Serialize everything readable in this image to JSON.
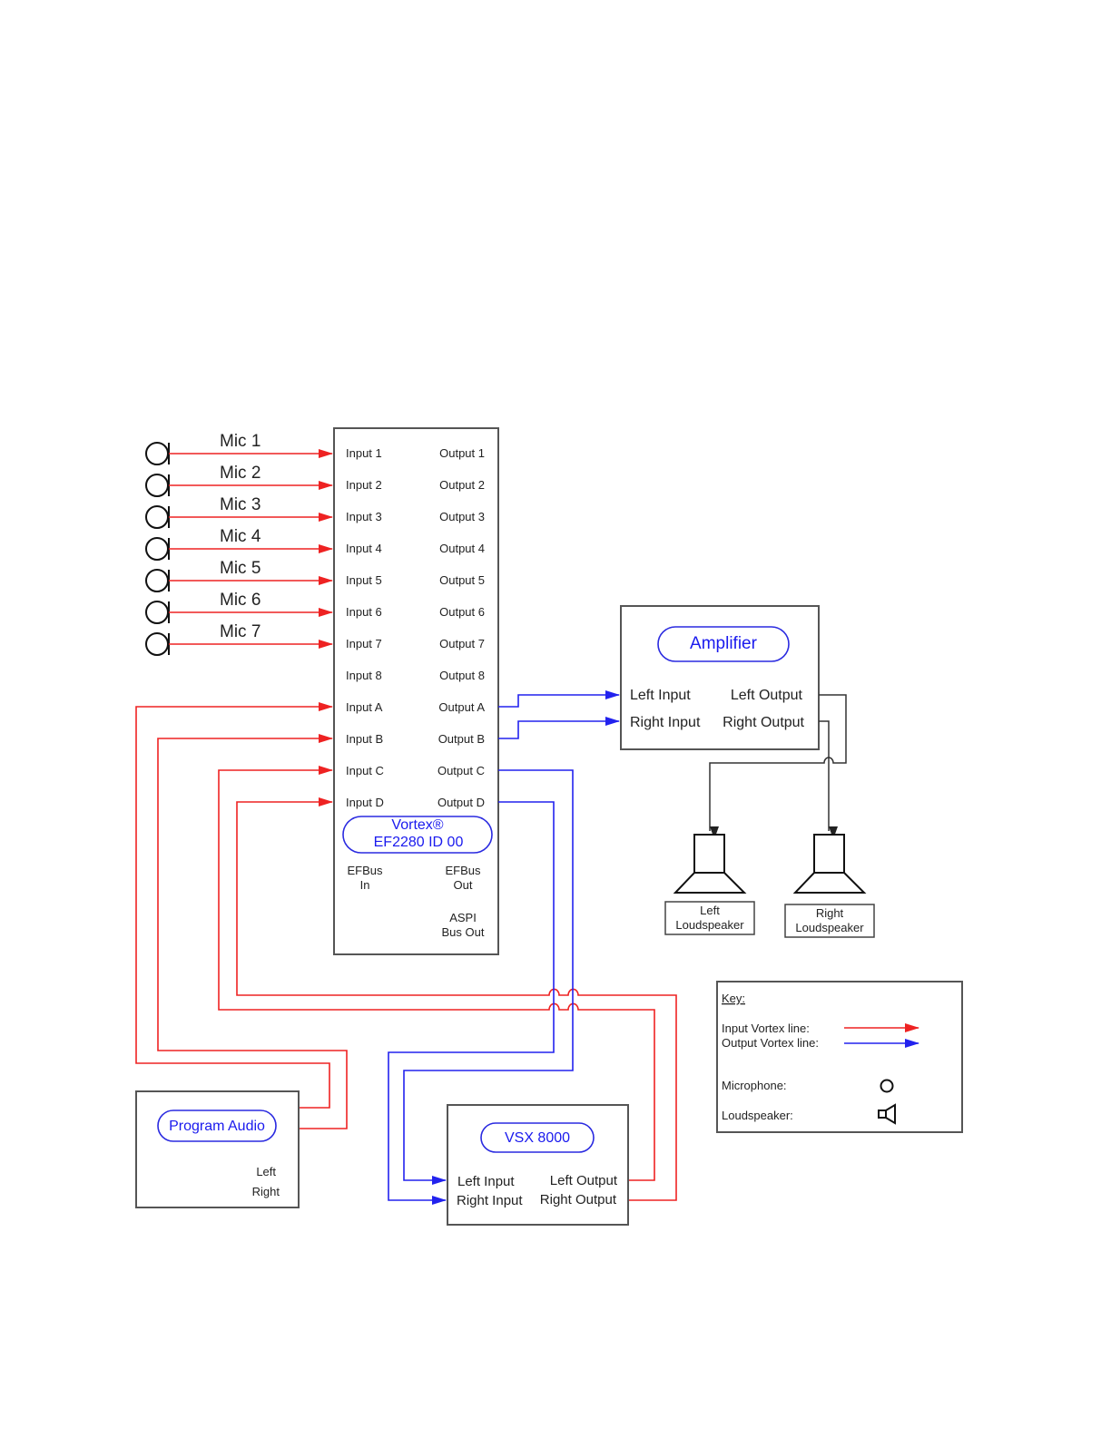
{
  "mics": [
    "Mic 1",
    "Mic 2",
    "Mic 3",
    "Mic 4",
    "Mic 5",
    "Mic 6",
    "Mic 7"
  ],
  "vortex": {
    "inputs": [
      "Input 1",
      "Input 2",
      "Input 3",
      "Input 4",
      "Input 5",
      "Input 6",
      "Input 7",
      "Input 8",
      "Input A",
      "Input B",
      "Input C",
      "Input D"
    ],
    "outputs": [
      "Output 1",
      "Output 2",
      "Output 3",
      "Output 4",
      "Output 5",
      "Output 6",
      "Output 7",
      "Output 8",
      "Output A",
      "Output B",
      "Output C",
      "Output D"
    ],
    "name_line1": "Vortex®",
    "name_line2": "EF2280 ID 00",
    "efbus_in": [
      "EFBus",
      "In"
    ],
    "efbus_out": [
      "EFBus",
      "Out"
    ],
    "aspi": [
      "ASPI",
      "Bus Out"
    ]
  },
  "amplifier": {
    "title": "Amplifier",
    "left_input": "Left Input",
    "right_input": "Right Input",
    "left_output": "Left Output",
    "right_output": "Right Output"
  },
  "speakers": {
    "left": [
      "Left",
      "Loudspeaker"
    ],
    "right": [
      "Right",
      "Loudspeaker"
    ]
  },
  "program_audio": {
    "title": "Program Audio",
    "left": "Left",
    "right": "Right"
  },
  "vsx": {
    "title": "VSX 8000",
    "left_input": "Left Input",
    "right_input": "Right Input",
    "left_output": "Left Output",
    "right_output": "Right Output"
  },
  "key": {
    "title": "Key:",
    "input_line": "Input Vortex line:",
    "output_line": "Output Vortex line:",
    "microphone": "Microphone:",
    "loudspeaker": "Loudspeaker:"
  },
  "colors": {
    "input_line": "#ee2222",
    "output_line": "#2222ee"
  }
}
